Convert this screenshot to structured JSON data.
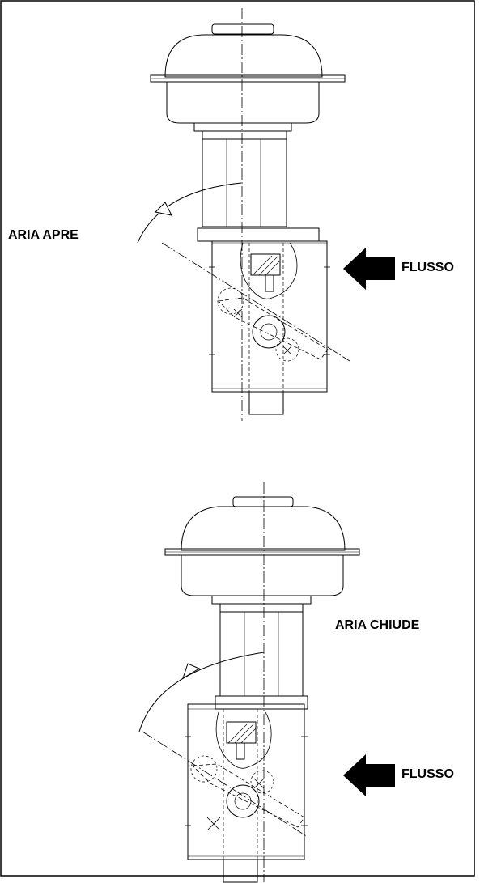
{
  "top_assembly": {
    "action_label": "ARIA APRE",
    "flow_label": "FLUSSO"
  },
  "bottom_assembly": {
    "action_label": "ARIA CHIUDE",
    "flow_label": "FLUSSO"
  },
  "icons": [
    "flow-arrow-icon",
    "rotation-arrow-icon"
  ]
}
